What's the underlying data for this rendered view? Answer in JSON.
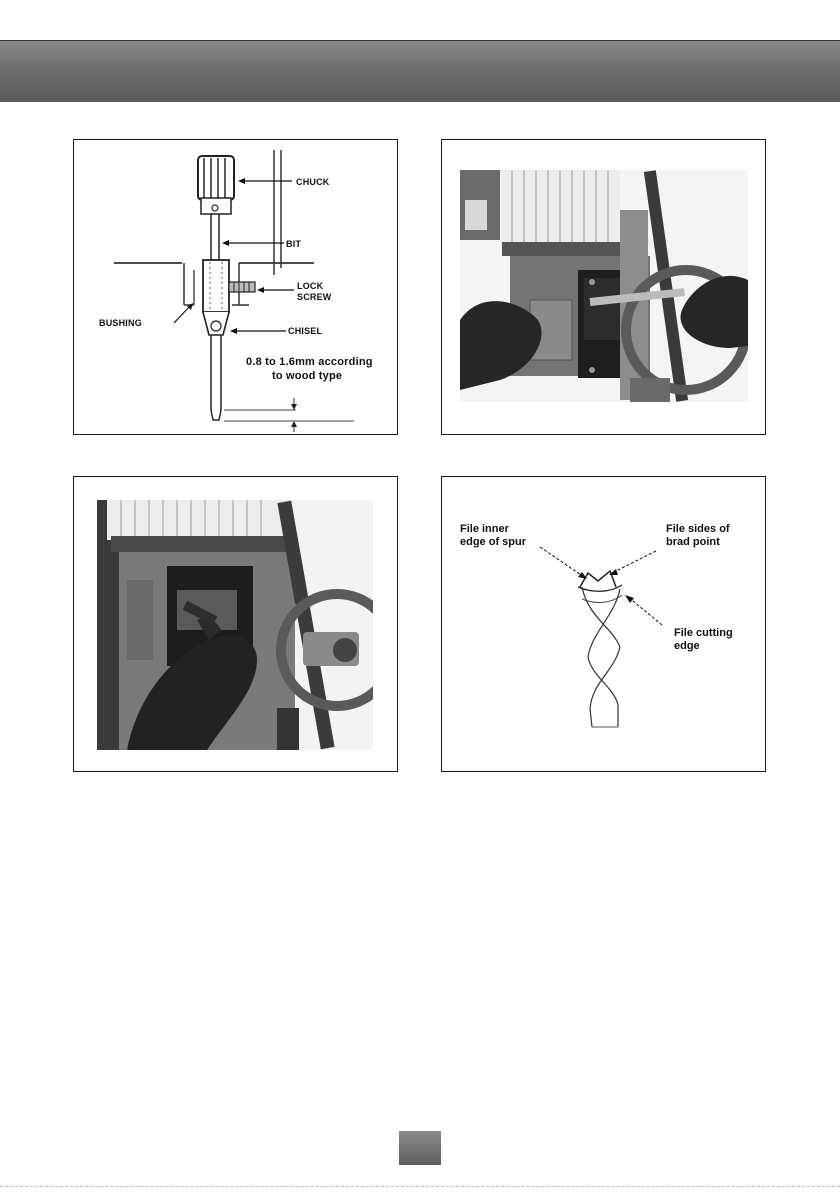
{
  "fig1": {
    "chuck": "CHUCK",
    "bit": "BIT",
    "lock_screw_line1": "LOCK",
    "lock_screw_line2": "SCREW",
    "bushing": "BUSHING",
    "chisel": "CHISEL",
    "note_line1": "0.8 to 1.6mm according",
    "note_line2": "to  wood  type"
  },
  "fig4": {
    "inner_edge": "File inner\nedge of spur",
    "brad_point": "File sides of\nbrad point",
    "cutting_edge": "File cutting\nedge"
  },
  "footer": {
    "page_number": ""
  }
}
